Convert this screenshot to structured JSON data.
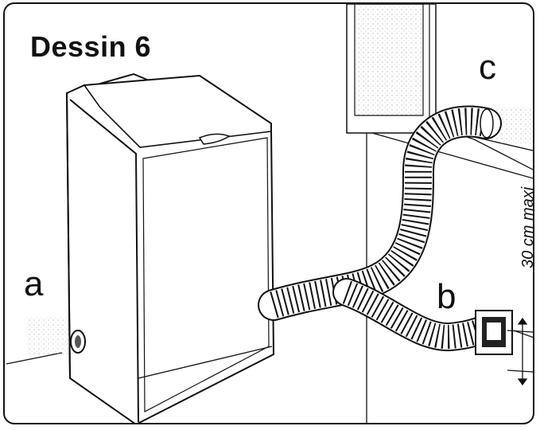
{
  "title": "Dessin 6",
  "labels": {
    "a": "a",
    "b": "b",
    "c": "c"
  },
  "measurement": "30 cm maxi",
  "colors": {
    "ink": "#111111",
    "paper": "#ffffff",
    "stipple": "#bdbdbd"
  }
}
